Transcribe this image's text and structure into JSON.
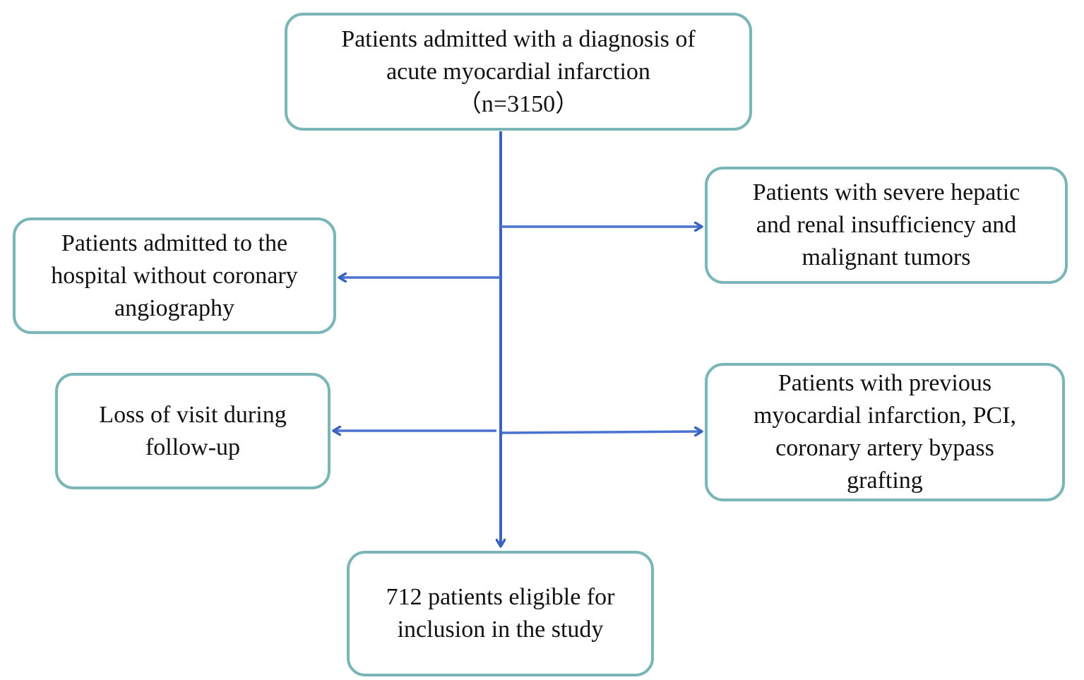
{
  "diagram": {
    "colors": {
      "box_border": "#7ab5b8",
      "arrow": "#3a63c0",
      "text": "#111111"
    },
    "nodes": {
      "top": {
        "lines": [
          "Patients admitted with a diagnosis of",
          "acute myocardial infarction",
          "（n=3150）"
        ]
      },
      "exclusion_left_1": {
        "lines": [
          "Patients admitted to the",
          "hospital without coronary",
          "angiography"
        ]
      },
      "exclusion_left_2": {
        "lines": [
          "Loss of visit during",
          "follow-up"
        ]
      },
      "exclusion_right_1": {
        "lines": [
          "Patients with severe hepatic",
          "and renal insufficiency and",
          "malignant tumors"
        ]
      },
      "exclusion_right_2": {
        "lines": [
          "Patients with previous",
          "myocardial infarction, PCI,",
          "coronary artery bypass",
          "grafting"
        ]
      },
      "bottom": {
        "lines": [
          "712 patients eligible for",
          "inclusion in the study"
        ]
      }
    },
    "edges": [
      {
        "from": "top",
        "to": "bottom",
        "type": "main-flow"
      },
      {
        "from": "main-flow",
        "to": "exclusion_right_1",
        "type": "exclusion"
      },
      {
        "from": "main-flow",
        "to": "exclusion_left_1",
        "type": "exclusion"
      },
      {
        "from": "main-flow",
        "to": "exclusion_left_2",
        "type": "exclusion"
      },
      {
        "from": "main-flow",
        "to": "exclusion_right_2",
        "type": "exclusion"
      }
    ]
  }
}
